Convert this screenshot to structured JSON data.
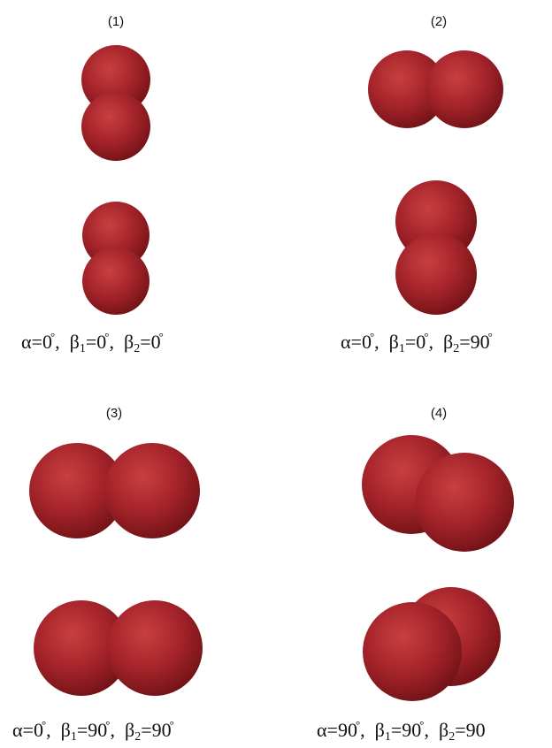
{
  "panels": [
    {
      "number": "(1)",
      "caption": {
        "alpha": "0",
        "beta1": "0",
        "beta2": "0"
      }
    },
    {
      "number": "(2)",
      "caption": {
        "alpha": "0",
        "beta1": "0",
        "beta2": "90"
      }
    },
    {
      "number": "(3)",
      "caption": {
        "alpha": "0",
        "beta1": "90",
        "beta2": "90"
      }
    },
    {
      "number": "(4)",
      "caption": {
        "alpha": "90",
        "beta1": "90",
        "beta2": "90"
      }
    }
  ],
  "symbols": {
    "alpha": "α",
    "beta": "β",
    "eq": "=",
    "degree": "°",
    "sep": ",",
    "sub1": "1",
    "sub2": "2"
  },
  "colors": {
    "sphere_base": "#a3232a",
    "sphere_light": "#c8403f",
    "sphere_dark": "#6f1216"
  }
}
